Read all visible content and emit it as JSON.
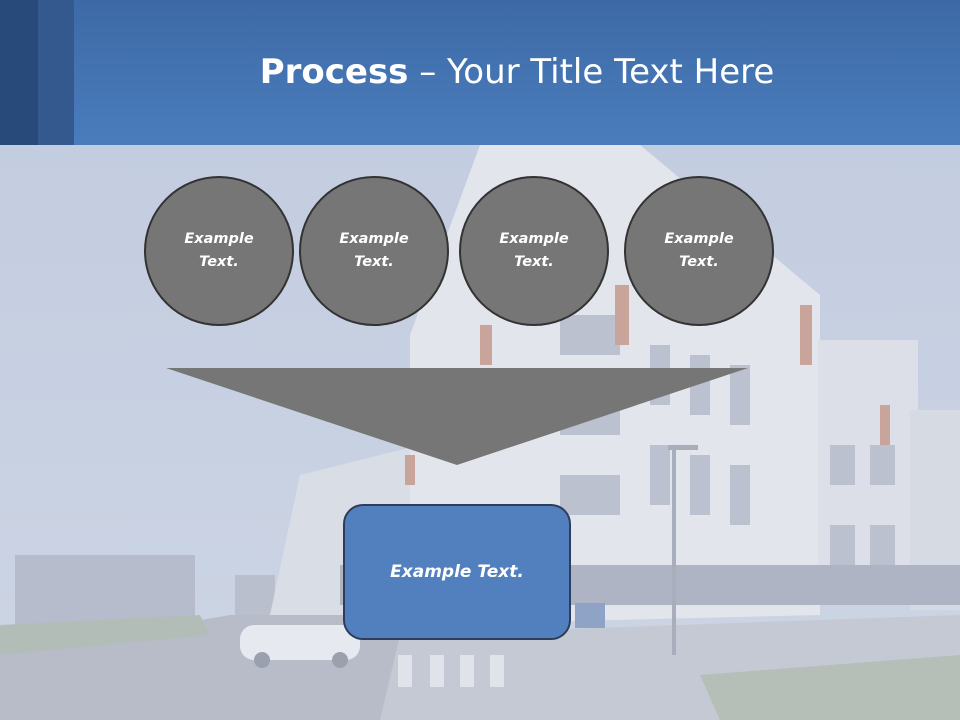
{
  "title": {
    "bold": "Process",
    "rest": " – Your Title Text Here"
  },
  "circles": [
    {
      "label": "Example Text."
    },
    {
      "label": "Example Text."
    },
    {
      "label": "Example Text."
    },
    {
      "label": "Example Text."
    }
  ],
  "result": {
    "label": "Example Text."
  },
  "colors": {
    "header": "#4a7cbc",
    "circle_fill": "#767676",
    "arrow_fill": "#767676",
    "result_fill": "#5280be",
    "text": "#ffffff"
  }
}
